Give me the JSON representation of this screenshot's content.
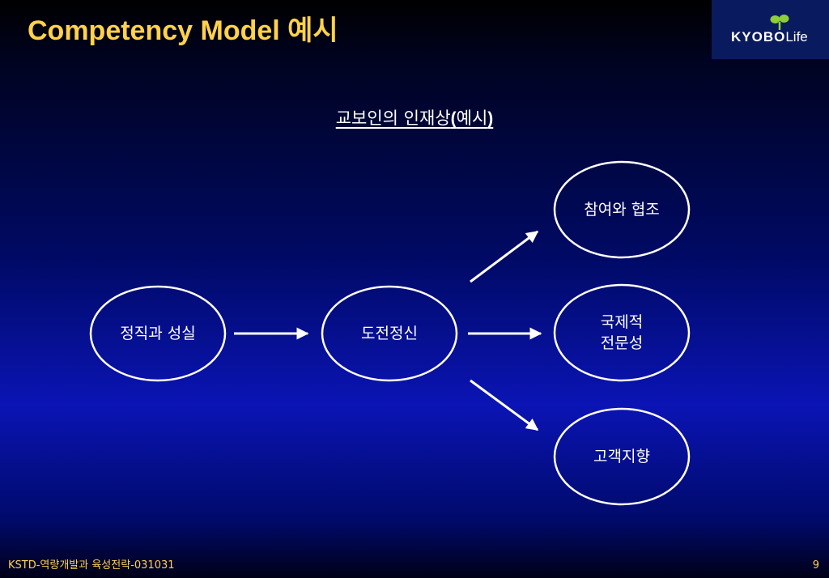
{
  "header": {
    "title": "Competency Model 예시",
    "logo": {
      "brand_bold": "KYOBO",
      "brand_light": "Life"
    }
  },
  "subtitle": {
    "main": "교보인의 인재상",
    "paren_open": "(",
    "paren_word": "예시",
    "paren_close": ")"
  },
  "diagram": {
    "nodes": {
      "honesty": "정직과 성실",
      "challenge": "도전정신",
      "participation": "참여와 협조",
      "global": "국제적\n전문성",
      "customer": "고객지향"
    }
  },
  "footer": {
    "left": "KSTD-역량개발과 육성전략-031031",
    "page": "9"
  },
  "colors": {
    "title": "#ffd24a",
    "node_stroke": "#ffffff",
    "logo_box": "#0a1a5e",
    "logo_sprout": "#8ccf3a"
  }
}
